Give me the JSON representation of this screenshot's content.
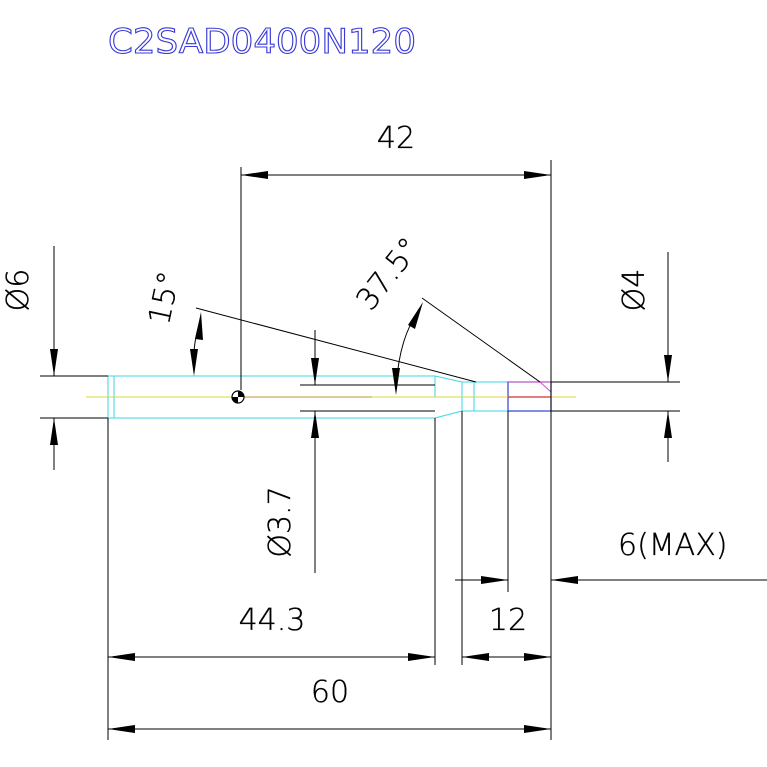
{
  "part_number": "C2SAD0400N120",
  "dimensions": {
    "total_length": "60",
    "body_length": "44.3",
    "to_center": "42",
    "tip_length": "12",
    "max_projection": "6(MAX)",
    "shank_diameter": "Ø6",
    "tip_diameter": "Ø4",
    "neck_diameter": "Ø3.7",
    "angle_small": "15°",
    "angle_large": "37.5°"
  },
  "colors": {
    "title": "#3a3ad8",
    "outline": "#3cd6e6",
    "dimension": "#000000",
    "centerline": "#d8d83a",
    "tip_outline": "#2a44d0",
    "tip_axis": "#d03030"
  }
}
